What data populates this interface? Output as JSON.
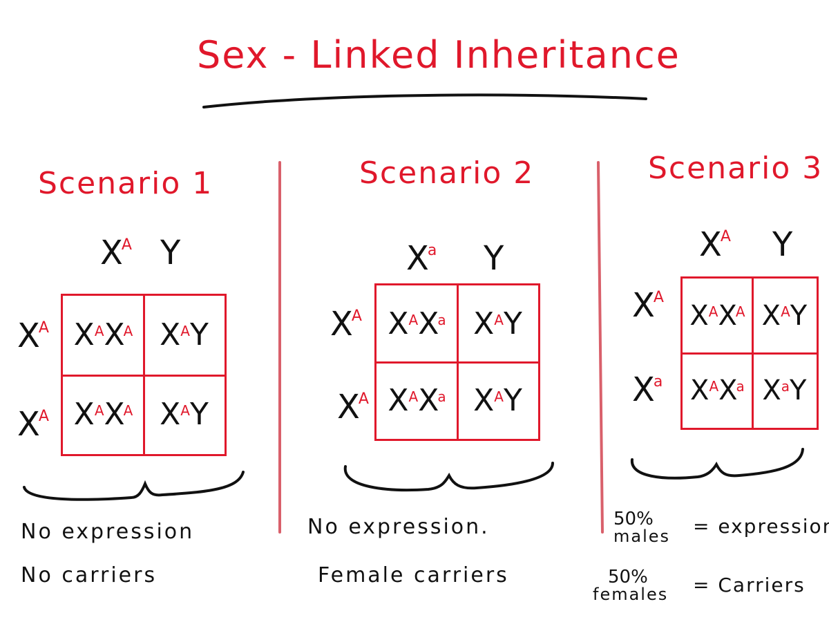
{
  "title": "Sex - Linked Inheritance",
  "scenarios": [
    {
      "heading": "Scenario 1",
      "top_alleles": [
        {
          "base": "X",
          "sup": "A"
        },
        {
          "base": "Y",
          "sup": ""
        }
      ],
      "side_alleles": [
        {
          "base": "X",
          "sup": "A"
        },
        {
          "base": "X",
          "sup": "A"
        }
      ],
      "cells": [
        [
          {
            "base": "X",
            "sup": "A"
          },
          {
            "base": "X",
            "sup": "A"
          }
        ],
        [
          {
            "base": "X",
            "sup": "A"
          },
          {
            "base": "Y",
            "sup": ""
          }
        ],
        [
          {
            "base": "X",
            "sup": "A"
          },
          {
            "base": "X",
            "sup": "A"
          }
        ],
        [
          {
            "base": "X",
            "sup": "A"
          },
          {
            "base": "Y",
            "sup": ""
          }
        ]
      ],
      "notes": [
        "No expression",
        "No carriers"
      ]
    },
    {
      "heading": "Scenario 2",
      "top_alleles": [
        {
          "base": "X",
          "sup": "a"
        },
        {
          "base": "Y",
          "sup": ""
        }
      ],
      "side_alleles": [
        {
          "base": "X",
          "sup": "A"
        },
        {
          "base": "X",
          "sup": "A"
        }
      ],
      "cells": [
        [
          {
            "base": "X",
            "sup": "A"
          },
          {
            "base": "X",
            "sup": "a"
          }
        ],
        [
          {
            "base": "X",
            "sup": "A"
          },
          {
            "base": "Y",
            "sup": ""
          }
        ],
        [
          {
            "base": "X",
            "sup": "A"
          },
          {
            "base": "X",
            "sup": "a"
          }
        ],
        [
          {
            "base": "X",
            "sup": "A"
          },
          {
            "base": "Y",
            "sup": ""
          }
        ]
      ],
      "notes": [
        "No expression.",
        "Female carriers"
      ]
    },
    {
      "heading": "Scenario 3",
      "top_alleles": [
        {
          "base": "X",
          "sup": "A"
        },
        {
          "base": "Y",
          "sup": ""
        }
      ],
      "side_alleles": [
        {
          "base": "X",
          "sup": "A"
        },
        {
          "base": "X",
          "sup": "a"
        }
      ],
      "cells": [
        [
          {
            "base": "X",
            "sup": "A"
          },
          {
            "base": "X",
            "sup": "A"
          }
        ],
        [
          {
            "base": "X",
            "sup": "A"
          },
          {
            "base": "Y",
            "sup": ""
          }
        ],
        [
          {
            "base": "X",
            "sup": "A"
          },
          {
            "base": "X",
            "sup": "a"
          }
        ],
        [
          {
            "base": "X",
            "sup": "a"
          },
          {
            "base": "Y",
            "sup": ""
          }
        ]
      ],
      "results": [
        {
          "percent": "50%",
          "group": "males",
          "outcome": "= expression"
        },
        {
          "percent": "50%",
          "group": "females",
          "outcome": "= Carriers"
        }
      ]
    }
  ],
  "colors": {
    "accent": "#e0182b",
    "divider": "#d9606b",
    "ink": "#111111"
  }
}
